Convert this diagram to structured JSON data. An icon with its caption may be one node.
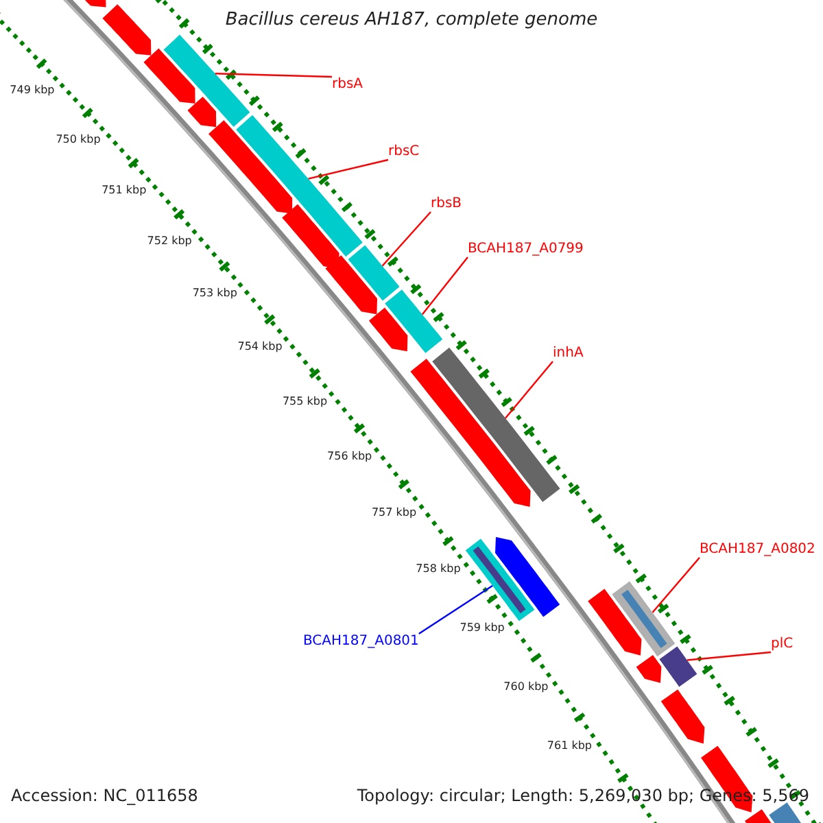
{
  "diagram": {
    "title": "Bacillus cereus AH187, complete genome",
    "nodes": [
      {
        "text": [
          "rbsA"
        ]
      },
      {
        "text": [
          "rbsC"
        ]
      },
      {
        "text": [
          "rbsB"
        ]
      },
      {
        "text": [
          "BCAH187_A0799"
        ]
      },
      {
        "text": [
          "inhA"
        ]
      },
      {
        "text": [
          "BCAH187_A0802"
        ]
      },
      {
        "text": [
          "plC"
        ]
      },
      {
        "text": [
          "BCAH187_A0801"
        ]
      },
      {
        "text": [],
        "shape": "bar"
      },
      {
        "text": [],
        "shape": "bar"
      },
      {
        "text": [],
        "shape": "bar"
      },
      {
        "text": [],
        "shape": "bar"
      },
      {
        "text": [],
        "shape": "bar"
      },
      {
        "text": [],
        "shape": "bar"
      },
      {
        "text": [],
        "shape": "bar"
      },
      {
        "text": [],
        "shape": "bar"
      },
      {
        "text": [],
        "shape": "arrow"
      },
      {
        "text": [],
        "shape": "arrow"
      },
      {
        "text": [],
        "shape": "arrow"
      },
      {
        "text": [],
        "shape": "arrow"
      },
      {
        "text": [],
        "shape": "arrow"
      },
      {
        "text": [],
        "shape": "arrow"
      },
      {
        "text": [],
        "shape": "arrow"
      },
      {
        "text": [],
        "shape": "arrow"
      },
      {
        "text": [],
        "shape": "arrow"
      },
      {
        "text": [],
        "shape": "arrow"
      },
      {
        "text": [],
        "shape": "arrow"
      },
      {
        "text": [],
        "shape": "arrow"
      },
      {
        "text": [],
        "shape": "arrow"
      },
      {
        "text": [],
        "shape": "arrow"
      },
      {
        "text": [],
        "shape": "arrow"
      },
      {
        "text": [],
        "shape": "bar"
      }
    ],
    "edges": [
      {
        "from": 0,
        "to": 8,
        "arrow": "none"
      },
      {
        "from": 1,
        "to": 9,
        "arrow": "none"
      },
      {
        "from": 2,
        "to": 10,
        "arrow": "none"
      },
      {
        "from": 3,
        "to": 11,
        "arrow": "none"
      },
      {
        "from": 4,
        "to": 12,
        "arrow": "none"
      },
      {
        "from": 5,
        "to": 13,
        "arrow": "none"
      },
      {
        "from": 6,
        "to": 14,
        "arrow": "none"
      },
      {
        "from": 7,
        "to": 15,
        "arrow": "none",
        "color": "#0000ff"
      }
    ],
    "labels": [
      "749 kbp",
      "750 kbp",
      "751 kbp",
      "752 kbp",
      "753 kbp",
      "754 kbp",
      "755 kbp",
      "756 kbp",
      "757 kbp",
      "758 kbp",
      "759 kbp",
      "760 kbp",
      "761 kbp",
      "Accession: NC_011658",
      "Topology: circular; Length: 5,269,030 bp; Genes: 5,569"
    ]
  }
}
